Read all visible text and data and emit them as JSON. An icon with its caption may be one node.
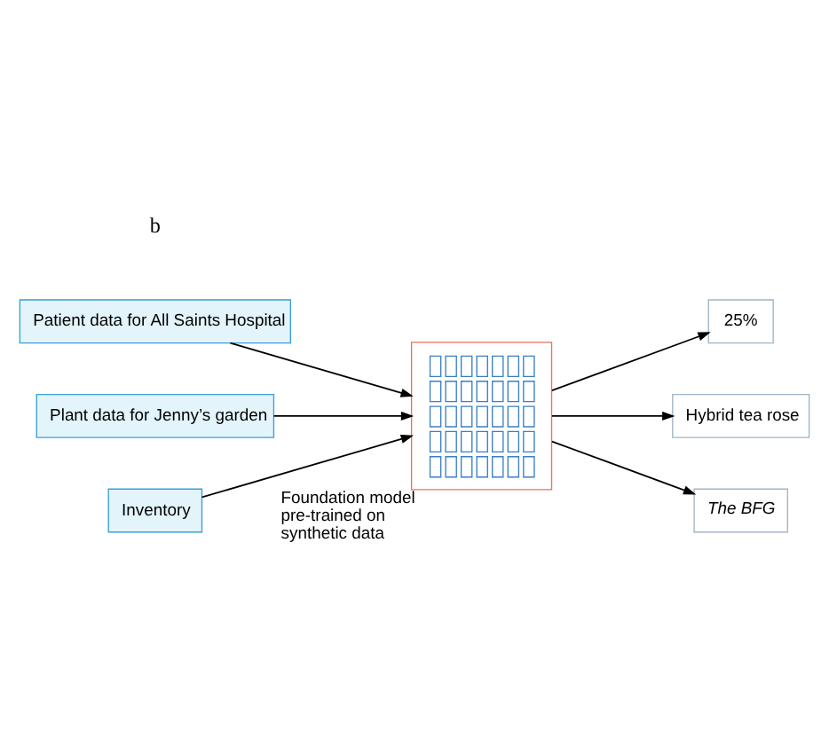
{
  "diagram": {
    "nodes": [
      {
        "text": [
          "Patient data for All Saints Hospital"
        ]
      },
      {
        "text": [
          "Plant data for Jenny’s garden"
        ]
      },
      {
        "text": [
          "Inventory"
        ]
      },
      {
        "text": [],
        "shape": "box",
        "beside": [
          "Foundation model pre-trained on synthetic data"
        ]
      },
      {
        "text": [
          "25%"
        ]
      },
      {
        "text": [
          "Hybrid tea rose"
        ]
      },
      {
        "text": [
          "The BFG"
        ]
      }
    ],
    "edges": [
      {
        "from": 0,
        "to": 3,
        "arrow": "to"
      },
      {
        "from": 1,
        "to": 3,
        "arrow": "to"
      },
      {
        "from": 2,
        "to": 3,
        "arrow": "to"
      },
      {
        "from": 3,
        "to": 4,
        "arrow": "to"
      },
      {
        "from": 3,
        "to": 5,
        "arrow": "to"
      },
      {
        "from": 3,
        "to": 6,
        "arrow": "to"
      }
    ],
    "labels": [
      "b"
    ]
  }
}
